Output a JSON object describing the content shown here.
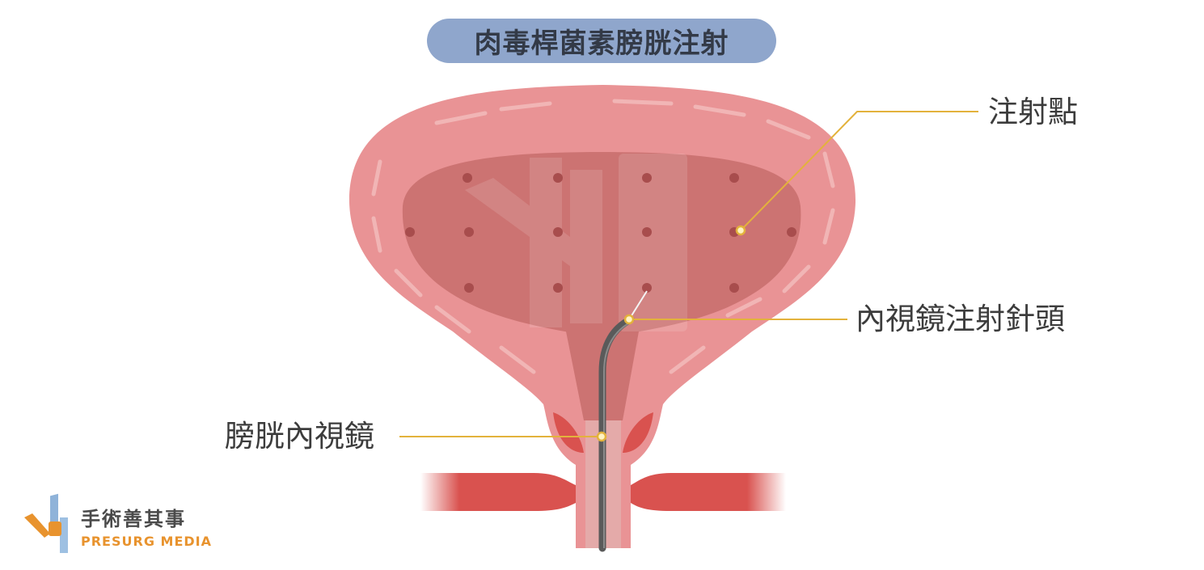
{
  "title": "肉毒桿菌素膀胱注射",
  "labels": {
    "injection_points": "注射點",
    "endoscope_needle": "內視鏡注射針頭",
    "cystoscope": "膀胱內視鏡"
  },
  "logo": {
    "chinese": "手術善其事",
    "english": "PRESURG MEDIA"
  },
  "colors": {
    "title_pill": "#8fa6cc",
    "bladder_wall": "#e99395",
    "bladder_lumen": "#cc7372",
    "injection_dot": "#a84d4d",
    "leader_line": "#e3b23c",
    "vessel": "#d9524f",
    "scope": "#5a5a5a",
    "logo_orange": "#e8932e"
  }
}
